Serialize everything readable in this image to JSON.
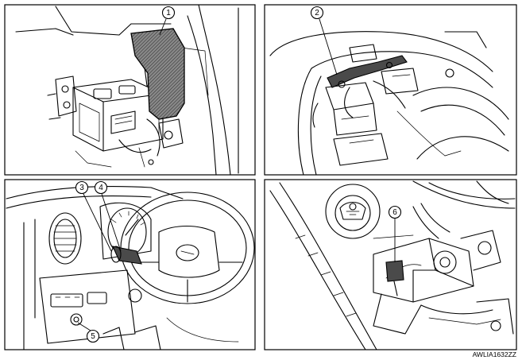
{
  "figure": {
    "code": "AWLIA1632ZZ",
    "panels": [
      {
        "id": "top-left",
        "callouts": [
          "1"
        ]
      },
      {
        "id": "top-right",
        "callouts": [
          "2"
        ]
      },
      {
        "id": "bottom-left",
        "callouts": [
          "3",
          "4",
          "5"
        ]
      },
      {
        "id": "bottom-right",
        "callouts": [
          "6"
        ]
      }
    ]
  },
  "callouts": {
    "c1": "1",
    "c2": "2",
    "c3": "3",
    "c4": "4",
    "c5": "5",
    "c6": "6"
  },
  "colors": {
    "line": "#000000",
    "background": "#ffffff",
    "part_shade": "#4a4a4a"
  }
}
